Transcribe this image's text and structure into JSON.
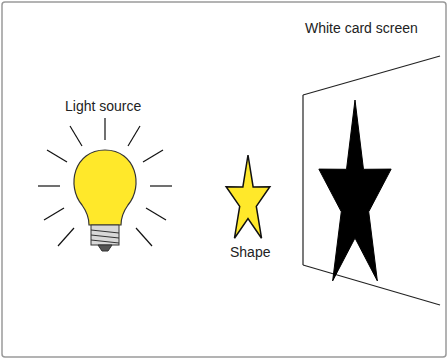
{
  "diagram": {
    "labels": [
      "Light source",
      "Shape",
      "White card screen"
    ]
  }
}
